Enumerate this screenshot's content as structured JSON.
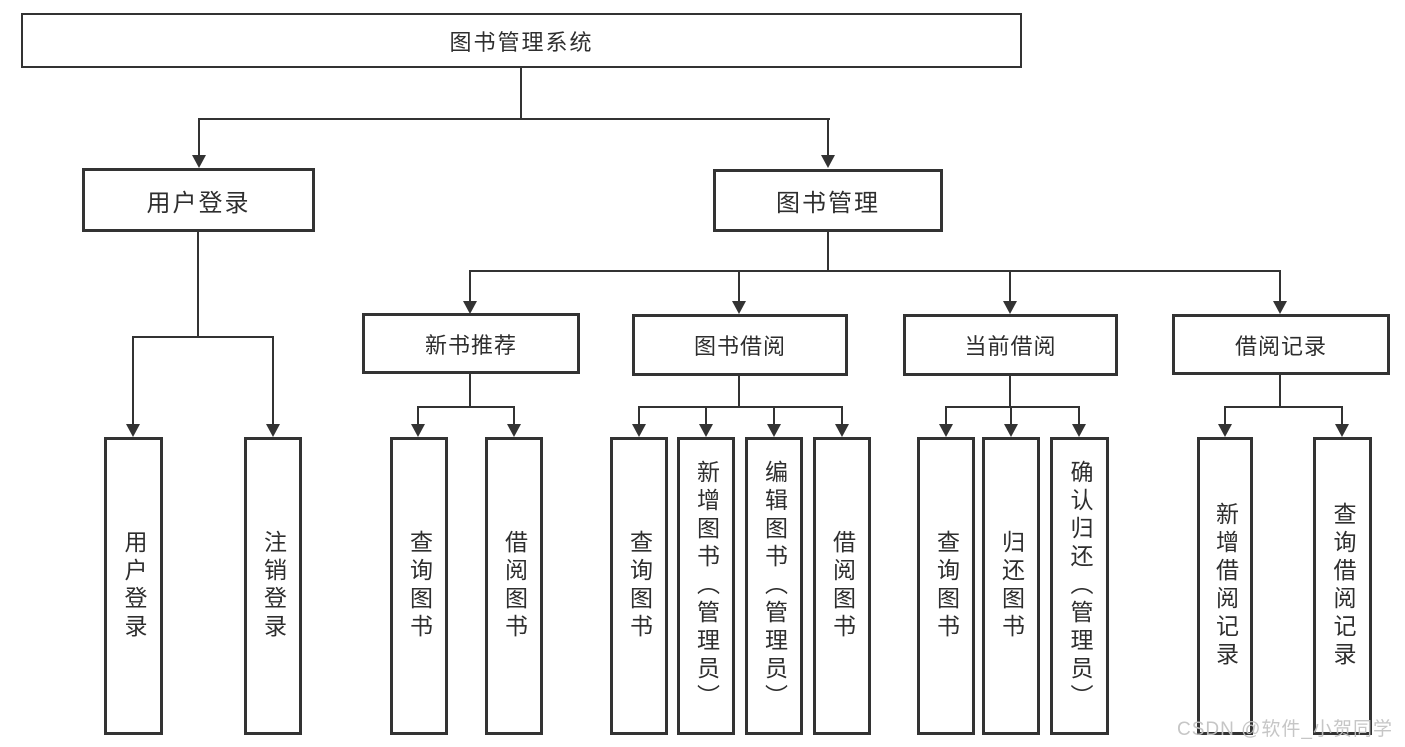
{
  "diagram": {
    "title": "图书管理系统",
    "type": "hierarchy-structure-chart"
  },
  "colors": {
    "line": "#333333",
    "text": "#2e2e2e",
    "background": "#ffffff",
    "watermark": "#c3c3c3"
  },
  "tree": {
    "label": "图书管理系统",
    "children": [
      {
        "label": "用户登录",
        "children": [
          {
            "label": "用户登录"
          },
          {
            "label": "注销登录"
          }
        ]
      },
      {
        "label": "图书管理",
        "children": [
          {
            "label": "新书推荐",
            "children": [
              {
                "label": "查询图书"
              },
              {
                "label": "借阅图书"
              }
            ]
          },
          {
            "label": "图书借阅",
            "children": [
              {
                "label": "查询图书"
              },
              {
                "label": "新增图书（管理员）"
              },
              {
                "label": "编辑图书（管理员）"
              },
              {
                "label": "借阅图书"
              }
            ]
          },
          {
            "label": "当前借阅",
            "children": [
              {
                "label": "查询图书"
              },
              {
                "label": "归还图书"
              },
              {
                "label": "确认归还（管理员）"
              }
            ]
          },
          {
            "label": "借阅记录",
            "children": [
              {
                "label": "新增借阅记录"
              },
              {
                "label": "查询借阅记录"
              }
            ]
          }
        ]
      }
    ]
  },
  "watermark": {
    "text": "CSDN @软件_小贺同学"
  }
}
